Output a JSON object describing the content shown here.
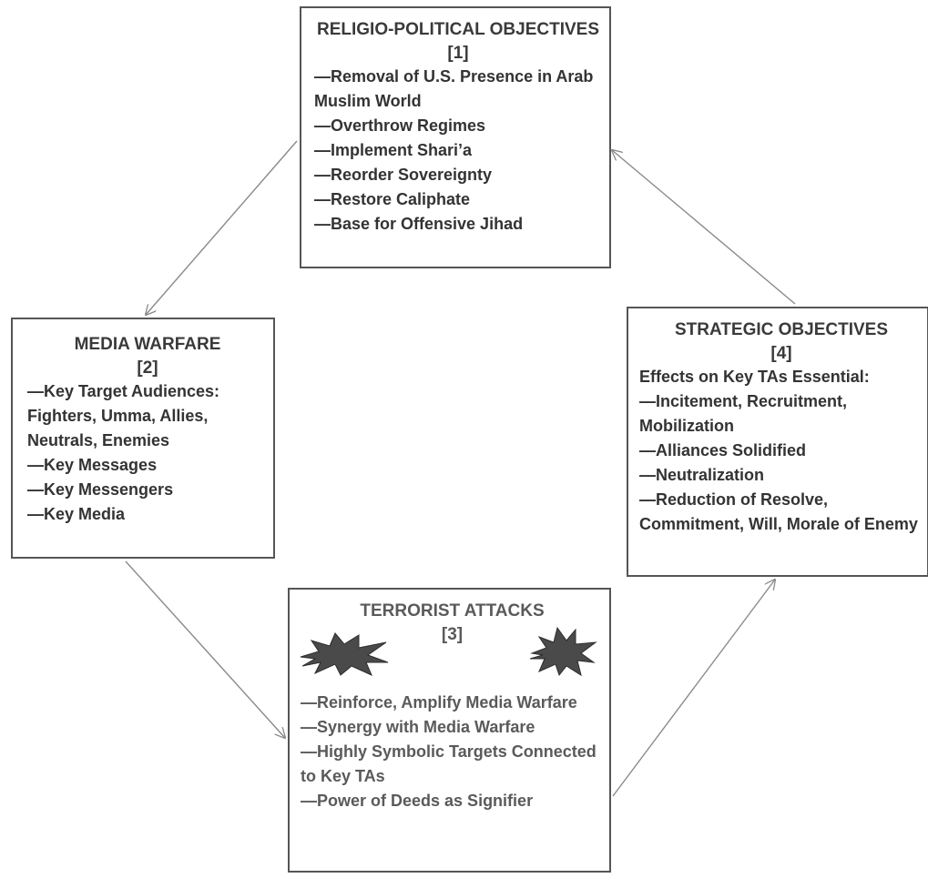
{
  "diagram": {
    "nodes": [
      {
        "id": "religio-political",
        "title": "RELIGIO-POLITICAL OBJECTIVES",
        "number": "[1]",
        "items": [
          "—Removal of U.S. Presence in Arab Muslim World",
          "—Overthrow Regimes",
          "—Implement Shari’a",
          "—Reorder Sovereignty",
          "—Restore Caliphate",
          "—Base for Offensive Jihad"
        ]
      },
      {
        "id": "media-warfare",
        "title": "MEDIA WARFARE",
        "number": "[2]",
        "items": [
          "—Key Target Audiences: Fighters, Umma, Allies, Neutrals, Enemies",
          "—Key Messages",
          "—Key Messengers",
          "—Key Media"
        ]
      },
      {
        "id": "terrorist-attacks",
        "title": "TERRORIST ATTACKS",
        "number": "[3]",
        "items": [
          "—Reinforce, Amplify Media Warfare",
          "—Synergy with Media Warfare",
          "—Highly Symbolic Targets Connected to Key TAs",
          "—Power of Deeds as Signifier"
        ]
      },
      {
        "id": "strategic",
        "title": "STRATEGIC OBJECTIVES",
        "number": "[4]",
        "intro": "Effects on Key TAs Essential:",
        "items": [
          "—Incitement, Recruitment, Mobilization",
          "—Alliances Solidified",
          "—Neutralization",
          "—Reduction of Resolve, Commitment, Will, Morale of Enemy"
        ]
      }
    ],
    "edges": [
      {
        "from": "religio-political",
        "to": "media-warfare"
      },
      {
        "from": "media-warfare",
        "to": "terrorist-attacks"
      },
      {
        "from": "terrorist-attacks",
        "to": "strategic"
      },
      {
        "from": "strategic",
        "to": "religio-political"
      }
    ],
    "colors": {
      "border": "#555555",
      "arrow": "#8a8a8a",
      "burst_fill": "#4a4a4a"
    }
  }
}
